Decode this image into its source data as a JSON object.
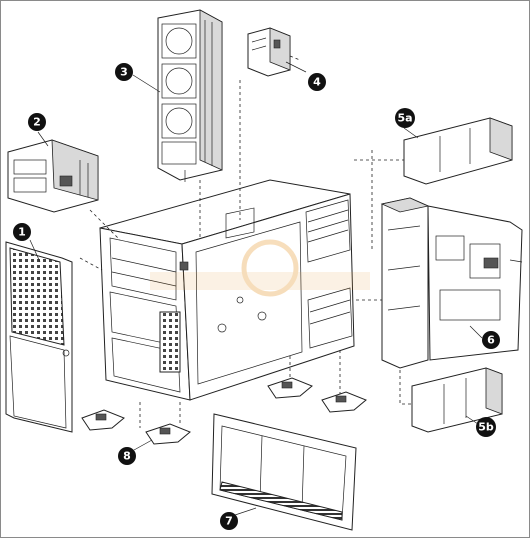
{
  "callouts": [
    {
      "id": "1",
      "label": "1"
    },
    {
      "id": "2",
      "label": "2"
    },
    {
      "id": "3",
      "label": "3"
    },
    {
      "id": "4",
      "label": "4"
    },
    {
      "id": "5a",
      "label": "5a"
    },
    {
      "id": "5b",
      "label": "5b"
    },
    {
      "id": "6",
      "label": "6"
    },
    {
      "id": "7",
      "label": "7"
    },
    {
      "id": "8",
      "label": "8"
    }
  ],
  "colors": {
    "ink": "#222222",
    "callout_fill": "#111111",
    "callout_text": "#ffffff",
    "watermark": "#e8a040"
  }
}
